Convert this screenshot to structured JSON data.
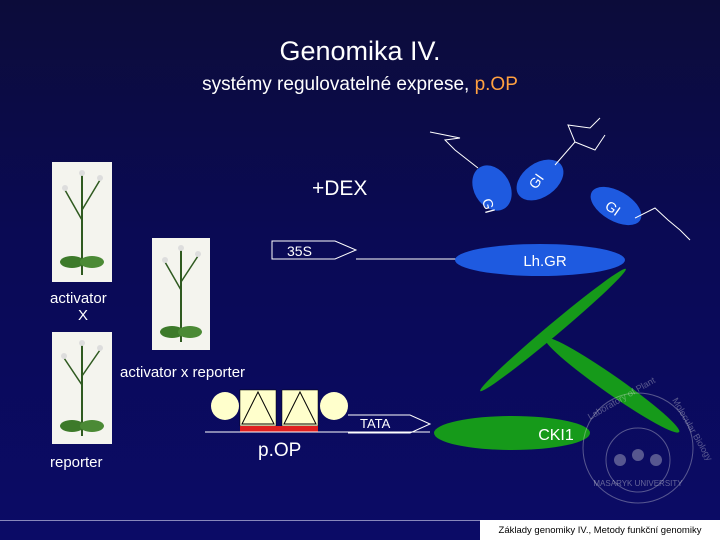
{
  "title": "Genomika IV.",
  "subtitle_main": "systémy regulovatelné exprese, ",
  "subtitle_accent": "p.OP",
  "dex_label": "+DEX",
  "promoter_35s": "35S",
  "lhgr_label": "Lh.GR",
  "gal4_fragments": [
    "GI",
    "GI",
    "GI"
  ],
  "activator_label": "activator",
  "cross_label": "X",
  "cross_result": "activator x reporter",
  "tata_label": "TATA",
  "pop_label": "p.OP",
  "gene_label": "CKI1",
  "reporter_label": "reporter",
  "footer": "Základy genomiky IV., Metody funkční genomiky",
  "colors": {
    "accent": "#ffa040",
    "lhgr_blue": "#1e5ae0",
    "gene_green": "#169a1a",
    "pop_red": "#e02020",
    "lac_box": "#ffffcc"
  },
  "logo_text": [
    "Laboratory of Plant",
    "Molecular Biology",
    "MASARYK UNIVERSITY"
  ]
}
